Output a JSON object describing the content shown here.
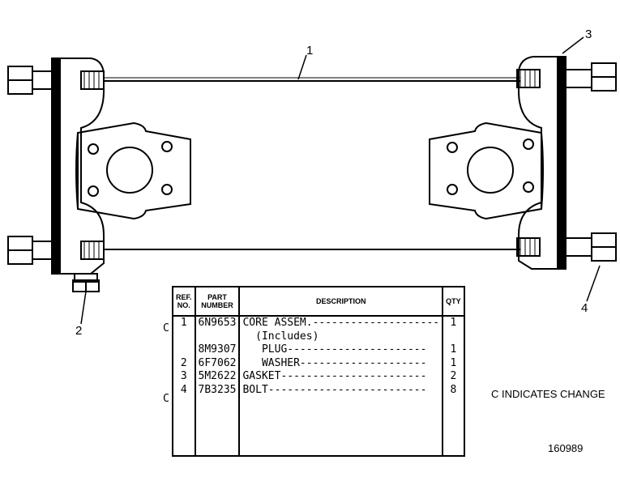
{
  "callouts": {
    "c1": "1",
    "c2": "2",
    "c3": "3",
    "c4": "4"
  },
  "table": {
    "headers": {
      "ref_no": "REF. NO.",
      "part_number": "PART NUMBER",
      "description": "DESCRIPTION",
      "qty": "QTY"
    },
    "rows": [
      {
        "change": "C",
        "ref": "1",
        "part": "6N9653",
        "description": "CORE ASSEM.--------------------",
        "qty": "1"
      },
      {
        "change": "",
        "ref": "",
        "part": "",
        "description": "  (Includes)",
        "qty": ""
      },
      {
        "change": "",
        "ref": "",
        "part": "8M9307",
        "description": "   PLUG----------------------",
        "qty": "1"
      },
      {
        "change": "",
        "ref": "2",
        "part": "6F7062",
        "description": "   WASHER--------------------",
        "qty": "1"
      },
      {
        "change": "",
        "ref": "3",
        "part": "5M2622",
        "description": "GASKET-----------------------",
        "qty": "2"
      },
      {
        "change": "C",
        "ref": "4",
        "part": "7B3235",
        "description": "BOLT-------------------------",
        "qty": "8"
      }
    ]
  },
  "notes": {
    "change_note": "C INDICATES CHANGE",
    "illustration_number": "160989"
  }
}
